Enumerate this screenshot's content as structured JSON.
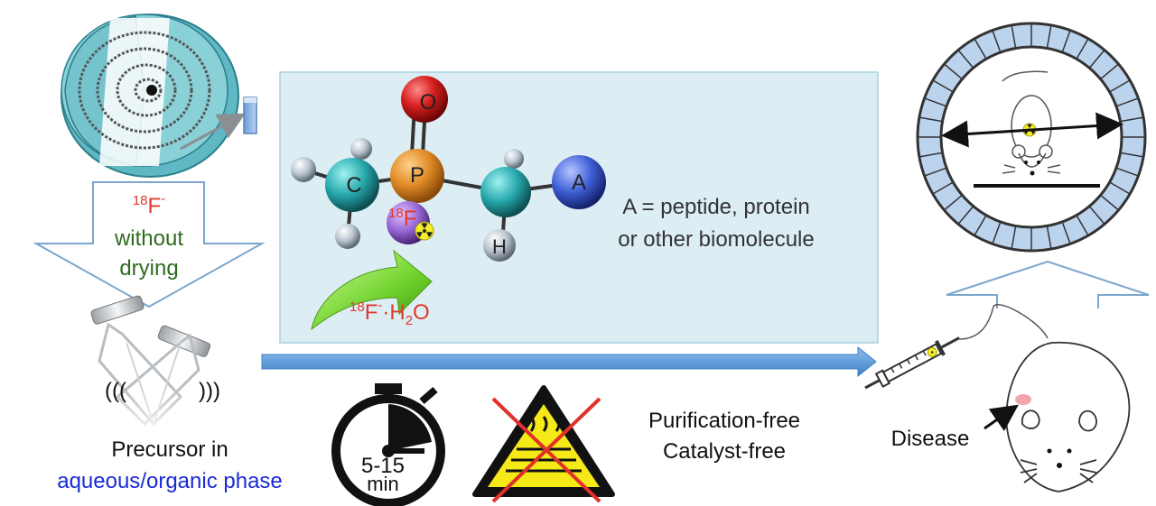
{
  "cyclotron": {
    "isotope_mass": "18",
    "isotope_symbol": "F",
    "isotope_charge": "-",
    "label_line1": "without",
    "label_line2": "drying"
  },
  "molecule": {
    "atoms": {
      "O": "O",
      "P": "P",
      "C": "C",
      "H": "H",
      "A": "A",
      "F": "F",
      "F_mass": "18"
    },
    "legend_line1": "A = peptide, protein",
    "legend_line2": "or other biomolecule",
    "reagent_mass": "18",
    "reagent_symbol": "F",
    "reagent_charge": "-",
    "reagent_dot": "·",
    "reagent_water": "H",
    "reagent_water_sub": "2",
    "reagent_water_o": "O"
  },
  "precursor": {
    "wave_left": "(((",
    "wave_right": ")))",
    "line1": "Precursor in",
    "phase_a": "aqueous",
    "phase_sep": "/",
    "phase_b": "organic phase"
  },
  "conditions": {
    "time_top": "5-15",
    "time_unit": "min",
    "line1": "Purification-free",
    "line2": "Catalyst-free"
  },
  "disease": {
    "label": "Disease"
  },
  "colors": {
    "red_text": "#e03a2e",
    "green_text": "#2e6b1f",
    "blue_text": "#1a2bd6",
    "panel": "#dcedf3",
    "arrow": "#5b9bd5"
  }
}
